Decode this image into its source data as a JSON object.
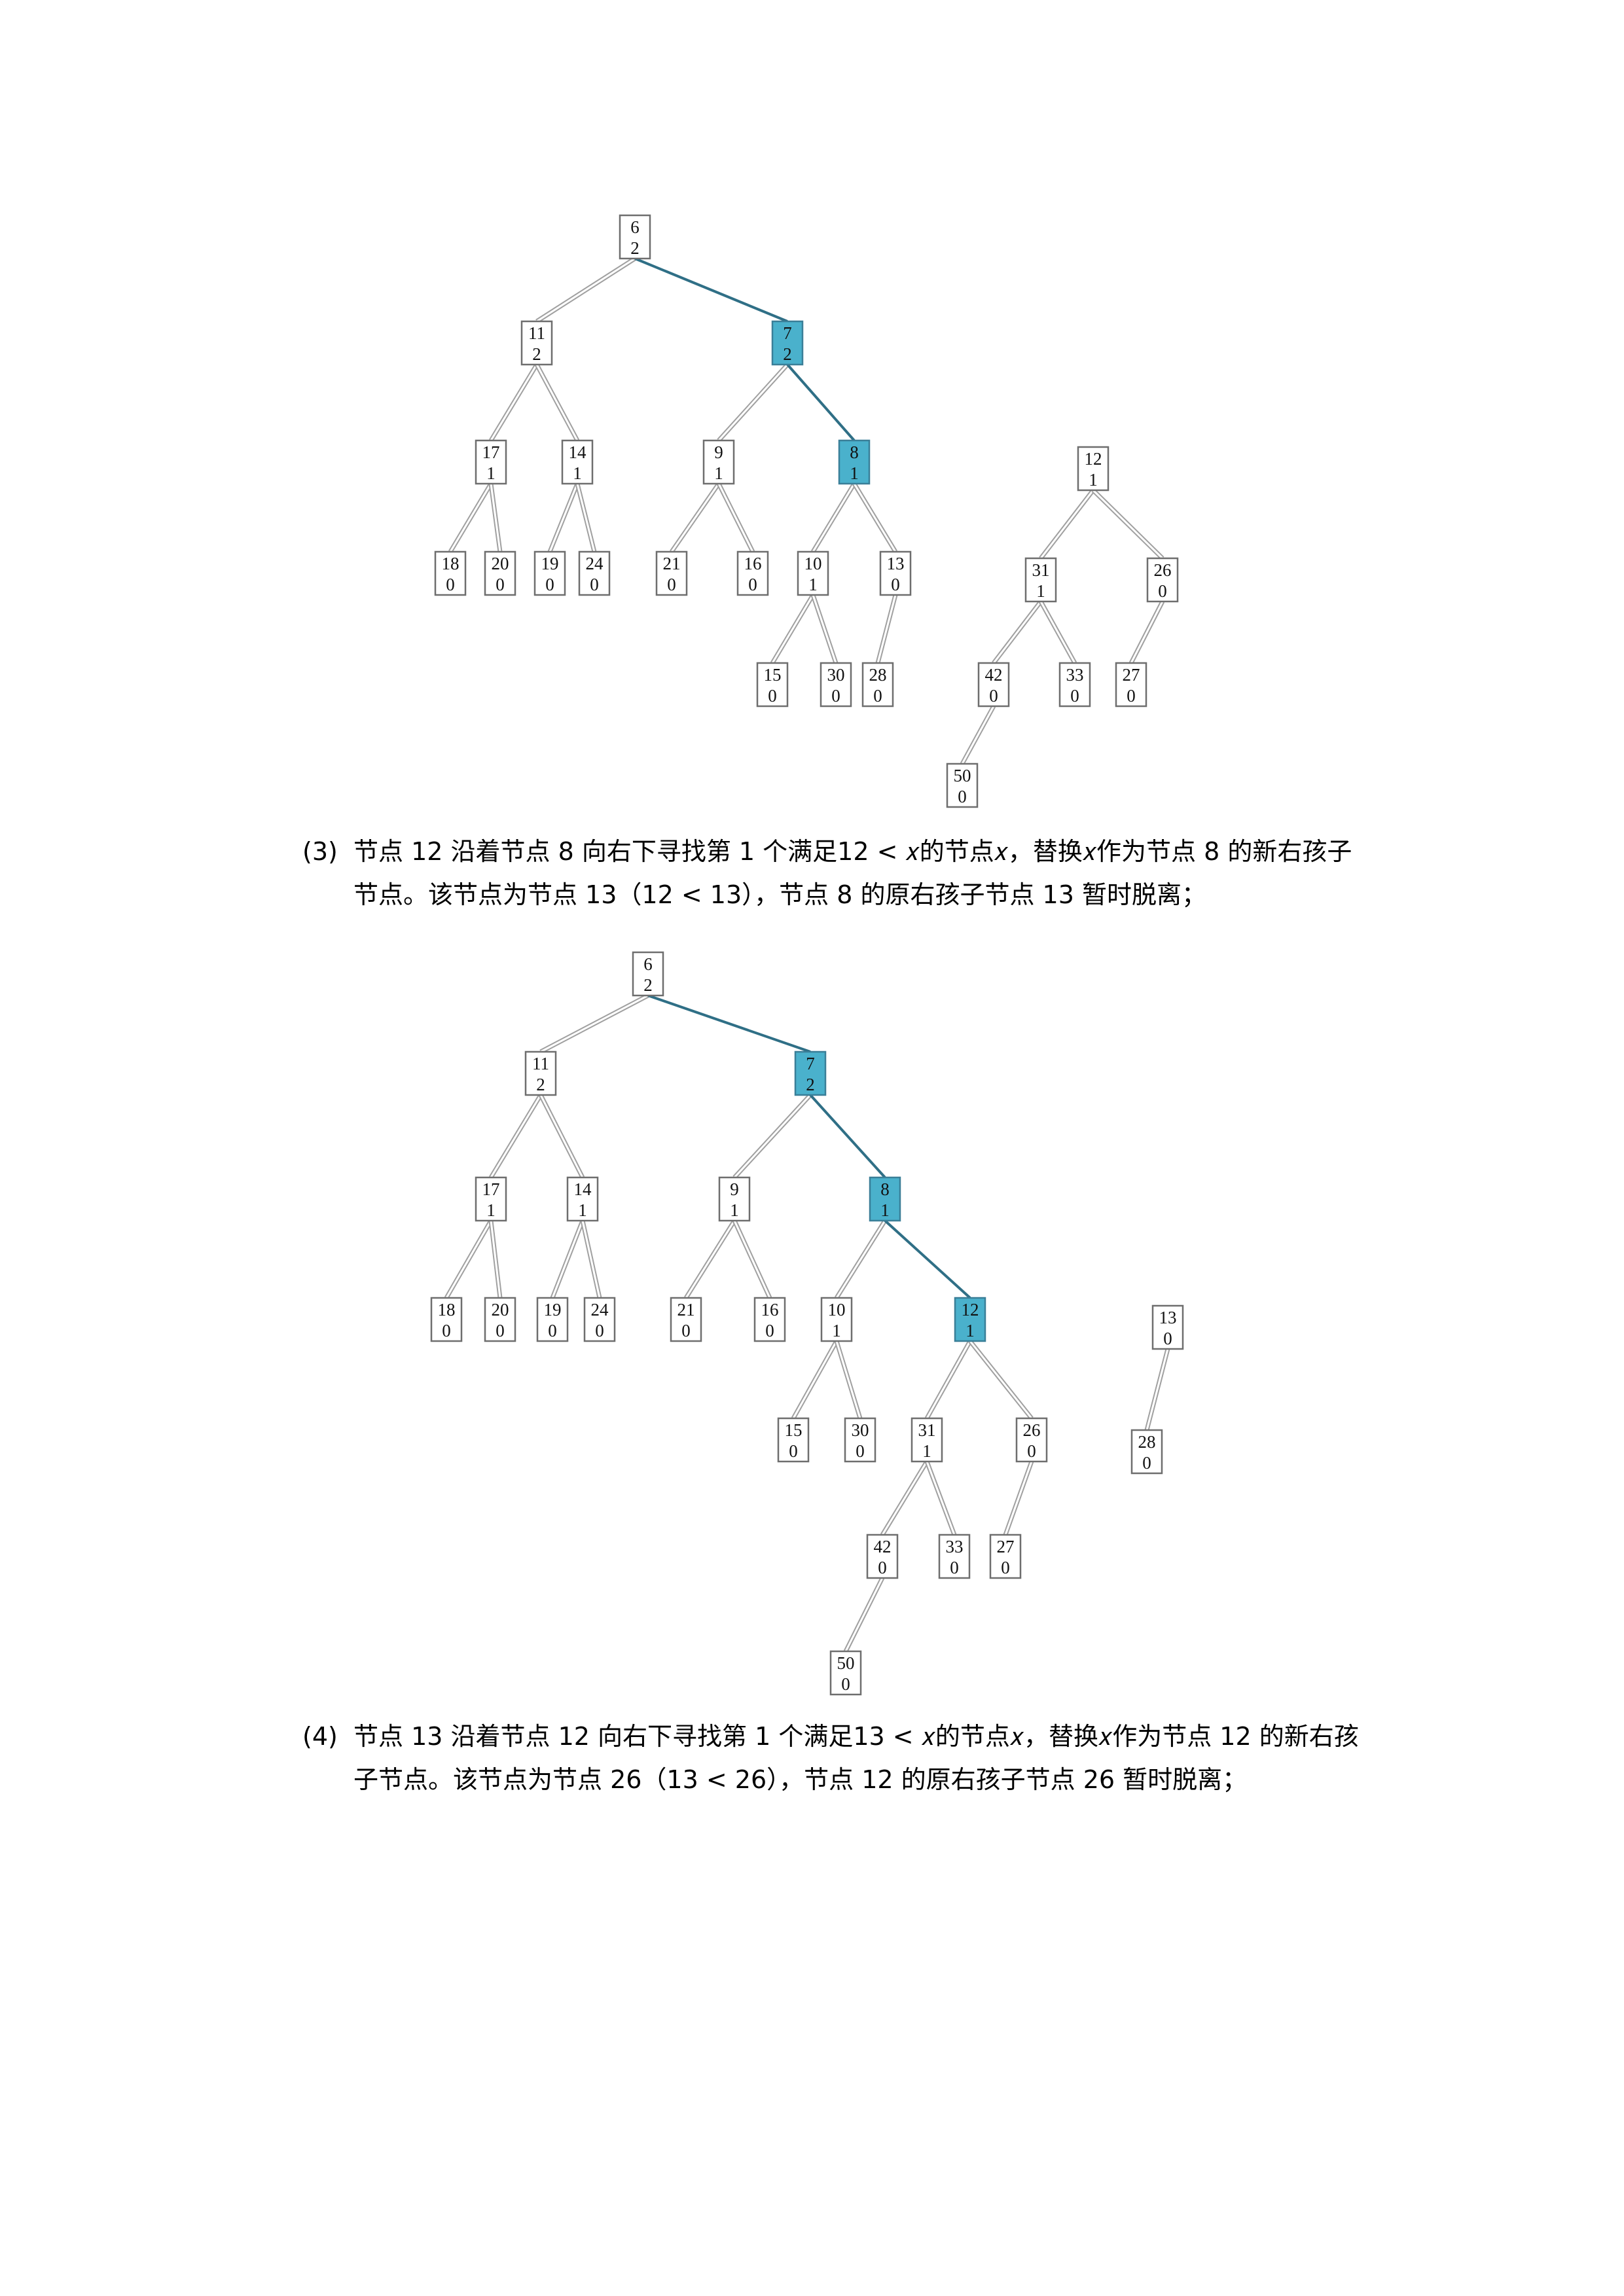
{
  "diagrams": [
    {
      "nodes": [
        {
          "id": "n6",
          "v1": "6",
          "v2": "2",
          "hl": false
        },
        {
          "id": "n11",
          "v1": "11",
          "v2": "2",
          "hl": false
        },
        {
          "id": "n7",
          "v1": "7",
          "v2": "2",
          "hl": true
        },
        {
          "id": "n17",
          "v1": "17",
          "v2": "1",
          "hl": false
        },
        {
          "id": "n14",
          "v1": "14",
          "v2": "1",
          "hl": false
        },
        {
          "id": "n9",
          "v1": "9",
          "v2": "1",
          "hl": false
        },
        {
          "id": "n8",
          "v1": "8",
          "v2": "1",
          "hl": true
        },
        {
          "id": "n18",
          "v1": "18",
          "v2": "0",
          "hl": false
        },
        {
          "id": "n20",
          "v1": "20",
          "v2": "0",
          "hl": false
        },
        {
          "id": "n19",
          "v1": "19",
          "v2": "0",
          "hl": false
        },
        {
          "id": "n24",
          "v1": "24",
          "v2": "0",
          "hl": false
        },
        {
          "id": "n21",
          "v1": "21",
          "v2": "0",
          "hl": false
        },
        {
          "id": "n16",
          "v1": "16",
          "v2": "0",
          "hl": false
        },
        {
          "id": "n10",
          "v1": "10",
          "v2": "1",
          "hl": false
        },
        {
          "id": "n13",
          "v1": "13",
          "v2": "0",
          "hl": false
        },
        {
          "id": "n15",
          "v1": "15",
          "v2": "0",
          "hl": false
        },
        {
          "id": "n30",
          "v1": "30",
          "v2": "0",
          "hl": false
        },
        {
          "id": "n28",
          "v1": "28",
          "v2": "0",
          "hl": false
        },
        {
          "id": "n12",
          "v1": "12",
          "v2": "1",
          "hl": false
        },
        {
          "id": "n31",
          "v1": "31",
          "v2": "1",
          "hl": false
        },
        {
          "id": "n26",
          "v1": "26",
          "v2": "0",
          "hl": false
        },
        {
          "id": "n42",
          "v1": "42",
          "v2": "0",
          "hl": false
        },
        {
          "id": "n33",
          "v1": "33",
          "v2": "0",
          "hl": false
        },
        {
          "id": "n27",
          "v1": "27",
          "v2": "0",
          "hl": false
        },
        {
          "id": "n50",
          "v1": "50",
          "v2": "0",
          "hl": false
        }
      ],
      "edges": [
        {
          "from": "n6",
          "to": "n11",
          "hl": false
        },
        {
          "from": "n6",
          "to": "n7",
          "hl": true
        },
        {
          "from": "n11",
          "to": "n17",
          "hl": false
        },
        {
          "from": "n11",
          "to": "n14",
          "hl": false
        },
        {
          "from": "n7",
          "to": "n9",
          "hl": false
        },
        {
          "from": "n7",
          "to": "n8",
          "hl": true
        },
        {
          "from": "n17",
          "to": "n18",
          "hl": false
        },
        {
          "from": "n17",
          "to": "n20",
          "hl": false
        },
        {
          "from": "n14",
          "to": "n19",
          "hl": false
        },
        {
          "from": "n14",
          "to": "n24",
          "hl": false
        },
        {
          "from": "n9",
          "to": "n21",
          "hl": false
        },
        {
          "from": "n9",
          "to": "n16",
          "hl": false
        },
        {
          "from": "n8",
          "to": "n10",
          "hl": false
        },
        {
          "from": "n8",
          "to": "n13",
          "hl": false
        },
        {
          "from": "n10",
          "to": "n15",
          "hl": false
        },
        {
          "from": "n10",
          "to": "n30",
          "hl": false
        },
        {
          "from": "n13",
          "to": "n28",
          "hl": false
        },
        {
          "from": "n12",
          "to": "n31",
          "hl": false
        },
        {
          "from": "n12",
          "to": "n26",
          "hl": false
        },
        {
          "from": "n31",
          "to": "n42",
          "hl": false
        },
        {
          "from": "n31",
          "to": "n33",
          "hl": false
        },
        {
          "from": "n26",
          "to": "n27",
          "hl": false
        },
        {
          "from": "n42",
          "to": "n50",
          "hl": false
        }
      ]
    },
    {
      "nodes": [
        {
          "id": "n6",
          "v1": "6",
          "v2": "2",
          "hl": false
        },
        {
          "id": "n11",
          "v1": "11",
          "v2": "2",
          "hl": false
        },
        {
          "id": "n7",
          "v1": "7",
          "v2": "2",
          "hl": true
        },
        {
          "id": "n17",
          "v1": "17",
          "v2": "1",
          "hl": false
        },
        {
          "id": "n14",
          "v1": "14",
          "v2": "1",
          "hl": false
        },
        {
          "id": "n9",
          "v1": "9",
          "v2": "1",
          "hl": false
        },
        {
          "id": "n8",
          "v1": "8",
          "v2": "1",
          "hl": true
        },
        {
          "id": "n18",
          "v1": "18",
          "v2": "0",
          "hl": false
        },
        {
          "id": "n20",
          "v1": "20",
          "v2": "0",
          "hl": false
        },
        {
          "id": "n19",
          "v1": "19",
          "v2": "0",
          "hl": false
        },
        {
          "id": "n24",
          "v1": "24",
          "v2": "0",
          "hl": false
        },
        {
          "id": "n21",
          "v1": "21",
          "v2": "0",
          "hl": false
        },
        {
          "id": "n16",
          "v1": "16",
          "v2": "0",
          "hl": false
        },
        {
          "id": "n10",
          "v1": "10",
          "v2": "1",
          "hl": false
        },
        {
          "id": "n12",
          "v1": "12",
          "v2": "1",
          "hl": true
        },
        {
          "id": "n13",
          "v1": "13",
          "v2": "0",
          "hl": false
        },
        {
          "id": "n15",
          "v1": "15",
          "v2": "0",
          "hl": false
        },
        {
          "id": "n30",
          "v1": "30",
          "v2": "0",
          "hl": false
        },
        {
          "id": "n31",
          "v1": "31",
          "v2": "1",
          "hl": false
        },
        {
          "id": "n26",
          "v1": "26",
          "v2": "0",
          "hl": false
        },
        {
          "id": "n28",
          "v1": "28",
          "v2": "0",
          "hl": false
        },
        {
          "id": "n42",
          "v1": "42",
          "v2": "0",
          "hl": false
        },
        {
          "id": "n33",
          "v1": "33",
          "v2": "0",
          "hl": false
        },
        {
          "id": "n27",
          "v1": "27",
          "v2": "0",
          "hl": false
        },
        {
          "id": "n50",
          "v1": "50",
          "v2": "0",
          "hl": false
        }
      ],
      "edges": [
        {
          "from": "n6",
          "to": "n11",
          "hl": false
        },
        {
          "from": "n6",
          "to": "n7",
          "hl": true
        },
        {
          "from": "n11",
          "to": "n17",
          "hl": false
        },
        {
          "from": "n11",
          "to": "n14",
          "hl": false
        },
        {
          "from": "n7",
          "to": "n9",
          "hl": false
        },
        {
          "from": "n7",
          "to": "n8",
          "hl": true
        },
        {
          "from": "n17",
          "to": "n18",
          "hl": false
        },
        {
          "from": "n17",
          "to": "n20",
          "hl": false
        },
        {
          "from": "n14",
          "to": "n19",
          "hl": false
        },
        {
          "from": "n14",
          "to": "n24",
          "hl": false
        },
        {
          "from": "n9",
          "to": "n21",
          "hl": false
        },
        {
          "from": "n9",
          "to": "n16",
          "hl": false
        },
        {
          "from": "n8",
          "to": "n10",
          "hl": false
        },
        {
          "from": "n8",
          "to": "n12",
          "hl": true
        },
        {
          "from": "n10",
          "to": "n15",
          "hl": false
        },
        {
          "from": "n10",
          "to": "n30",
          "hl": false
        },
        {
          "from": "n12",
          "to": "n31",
          "hl": false
        },
        {
          "from": "n12",
          "to": "n26",
          "hl": false
        },
        {
          "from": "n31",
          "to": "n42",
          "hl": false
        },
        {
          "from": "n31",
          "to": "n33",
          "hl": false
        },
        {
          "from": "n26",
          "to": "n27",
          "hl": false
        },
        {
          "from": "n42",
          "to": "n50",
          "hl": false
        },
        {
          "from": "n13",
          "to": "n28",
          "hl": false
        }
      ]
    }
  ],
  "paragraphs": [
    {
      "number": "(3)",
      "text": "节点 12 沿着节点 8 向右下寻找第 1 个满足12 < 𝑥的节点𝑥，替换𝑥作为节点 8 的新右孩子节点。该节点为节点 13（12 < 13），节点 8 的原右孩子节点 13 暂时脱离；"
    },
    {
      "number": "(4)",
      "text": "节点 13 沿着节点 12 向右下寻找第 1 个满足13 < 𝑥的节点𝑥，替换𝑥作为节点 12 的新右孩子节点。该节点为节点 26（13 < 26），节点 12 的原右孩子节点 26 暂时脱离；"
    }
  ]
}
